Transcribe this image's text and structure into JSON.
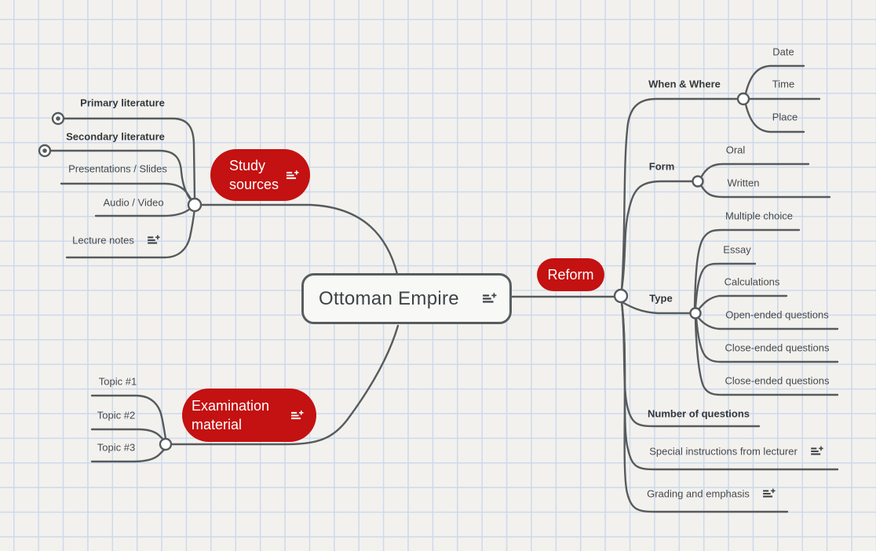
{
  "center": {
    "label": "Ottoman Empire"
  },
  "branches": {
    "study": {
      "label": "Study sources",
      "children": [
        {
          "label": "Primary literature",
          "collapsed": true
        },
        {
          "label": "Secondary literature",
          "collapsed": true
        },
        {
          "label": "Presentations / Slides"
        },
        {
          "label": "Audio / Video"
        },
        {
          "label": "Lecture notes",
          "has_note": true
        }
      ]
    },
    "exam": {
      "label": "Examination material",
      "has_note": true,
      "children": [
        {
          "label": "Topic #1"
        },
        {
          "label": "Topic #2"
        },
        {
          "label": "Topic #3"
        }
      ]
    },
    "reform": {
      "label": "Reform",
      "children": [
        {
          "label": "When & Where",
          "children": [
            "Date",
            "Time",
            "Place"
          ]
        },
        {
          "label": "Form",
          "children": [
            "Oral",
            "Written"
          ]
        },
        {
          "label": "Type",
          "children": [
            "Multiple choice",
            "Essay",
            "Calculations",
            "Open-ended questions",
            "Close-ended questions",
            "Close-ended questions"
          ]
        },
        {
          "label": "Number of questions"
        },
        {
          "label": "Special instructions from lecturer",
          "has_note": true
        },
        {
          "label": "Grading and emphasis",
          "has_note": true
        }
      ]
    }
  },
  "icons": {
    "add_note": "add-notes-icon",
    "collapsed": "collapsed-branch-indicator"
  },
  "colors": {
    "branch_red": "#c41111",
    "line": "#565b5d",
    "text": "#454a4d",
    "text_bold": "#33383b",
    "node_bg": "#f8f8f6",
    "node_border": "#575d5f",
    "paper": "#f3f1ee",
    "grid": "#ccd9ec"
  }
}
